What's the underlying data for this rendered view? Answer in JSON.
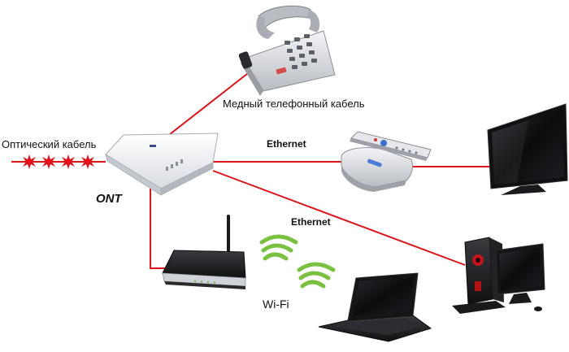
{
  "labels": {
    "copper_cable": "Медный телефонный кабель",
    "optical_cable": "Оптический кабель",
    "ethernet_tv": "Ethernet",
    "ethernet_pc": "Ethernet",
    "ont": "ONT",
    "wifi": "Wi-Fi"
  },
  "colors": {
    "cable": "#d9141c",
    "optical_star": "#e3121a",
    "wifi_arc": "#7ac142",
    "device_silver": "#c9ccd0",
    "device_black": "#1c1c1e"
  },
  "icons": {
    "phone": "desk-telephone-icon",
    "ont": "ont-terminal-icon",
    "stb": "set-top-box-icon",
    "remote": "remote-control-icon",
    "tv": "flat-tv-icon",
    "router": "wifi-router-icon",
    "laptop": "laptop-icon",
    "pc": "desktop-computer-icon"
  }
}
